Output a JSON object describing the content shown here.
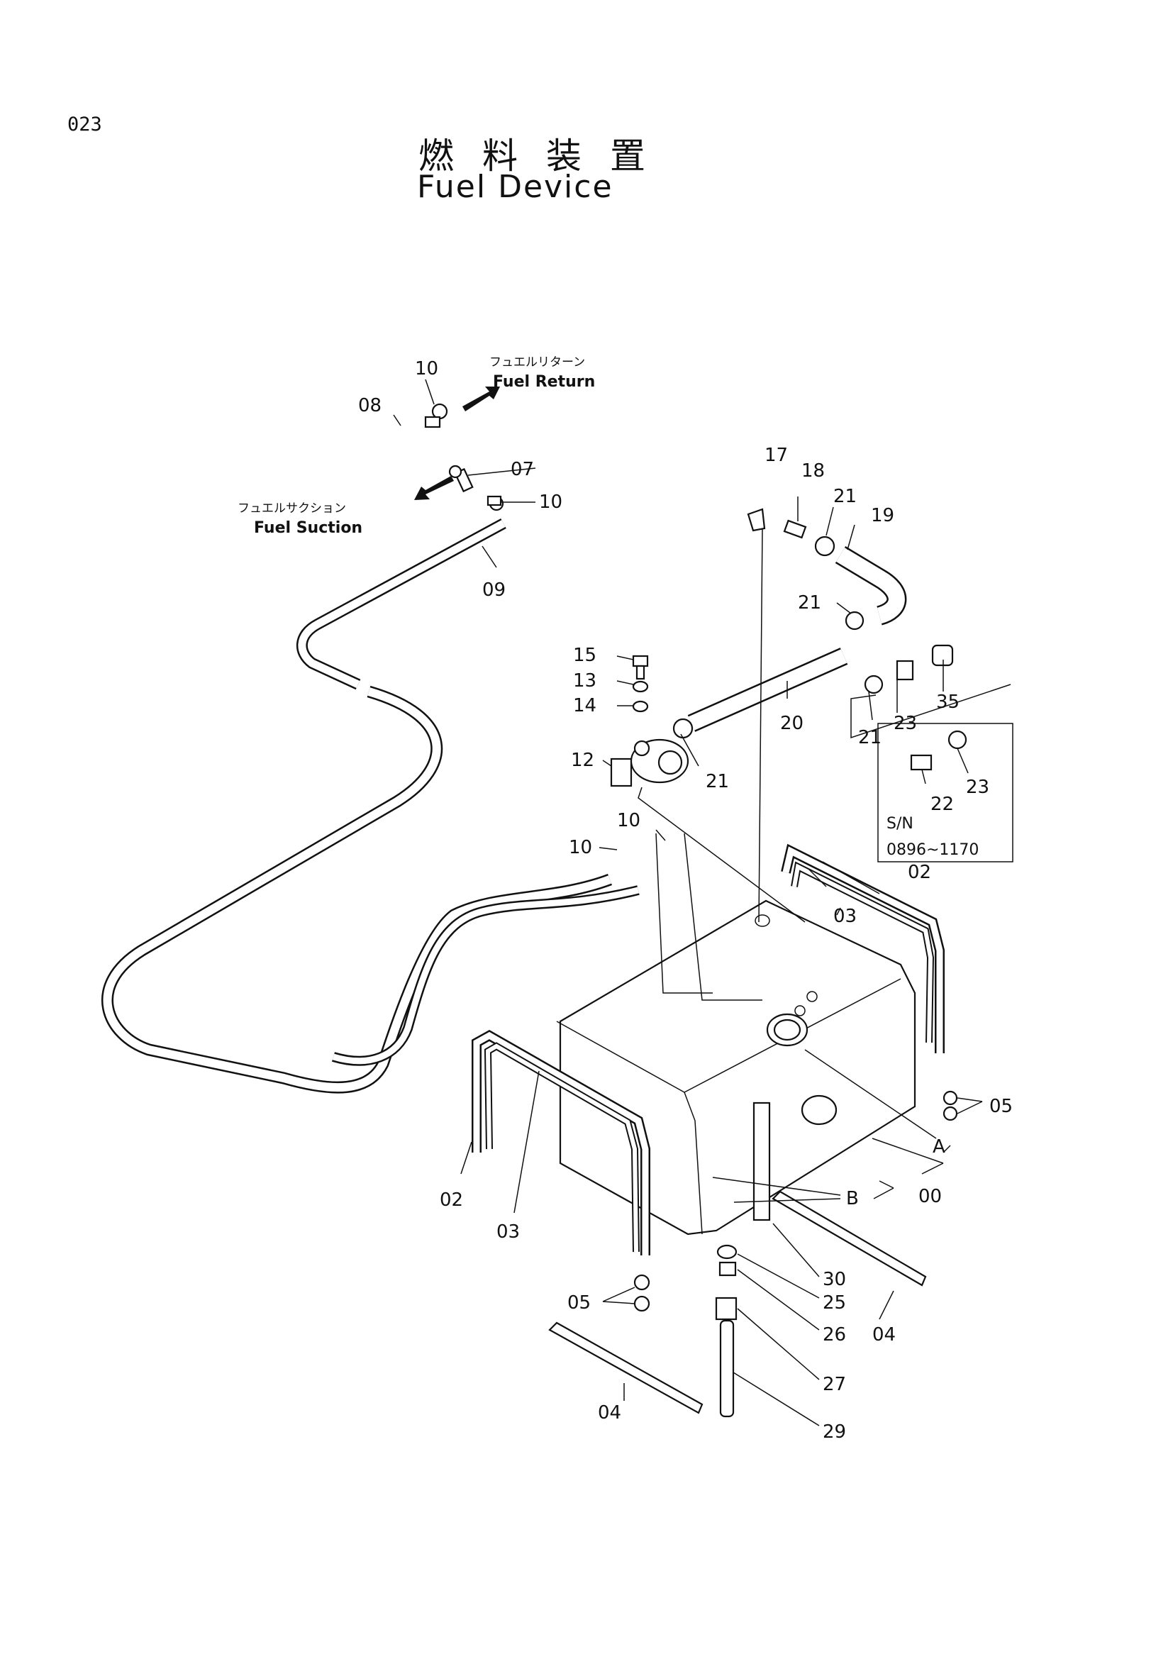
{
  "page": {
    "number": "023"
  },
  "title": {
    "japanese": "燃料装置",
    "english": "Fuel Device"
  },
  "annotations": {
    "fuel_return_jp": "フュエルリターン",
    "fuel_return_en": "Fuel Return",
    "fuel_suction_jp": "フュエルサクション",
    "fuel_suction_en": "Fuel Suction"
  },
  "serial_box": {
    "label": "S/N",
    "range": "0896~1170"
  },
  "callouts": {
    "c00": "00",
    "c02a": "02",
    "c02b": "02",
    "c03a": "03",
    "c03b": "03",
    "c04a": "04",
    "c04b": "04",
    "c05a": "05",
    "c05b": "05",
    "c07": "07",
    "c08": "08",
    "c09": "09",
    "c10a": "10",
    "c10b": "10",
    "c10c": "10",
    "c10d": "10",
    "c12": "12",
    "c13": "13",
    "c14": "14",
    "c15": "15",
    "c17": "17",
    "c18": "18",
    "c19": "19",
    "c20": "20",
    "c21a": "21",
    "c21b": "21",
    "c21c": "21",
    "c21d": "21",
    "c22": "22",
    "c23a": "23",
    "c23b": "23",
    "c25": "25",
    "c26": "26",
    "c27": "27",
    "c29": "29",
    "c30": "30",
    "c35": "35",
    "cA": "A",
    "cB": "B"
  }
}
